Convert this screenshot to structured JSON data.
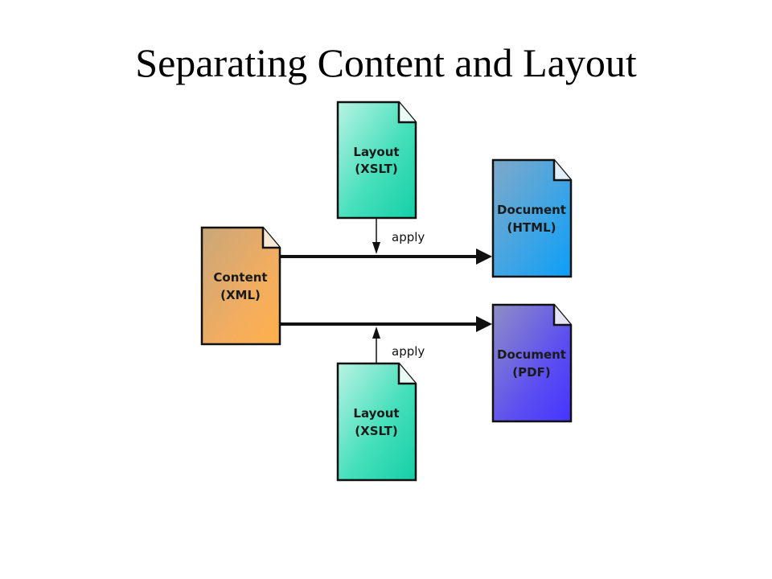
{
  "title": "Separating Content and Layout",
  "nodes": {
    "layout_top": {
      "line1": "Layout",
      "line2": "(XSLT)"
    },
    "layout_bottom": {
      "line1": "Layout",
      "line2": "(XSLT)"
    },
    "content": {
      "line1": "Content",
      "line2": "(XML)"
    },
    "doc_html": {
      "line1": "Document",
      "line2": "(HTML)"
    },
    "doc_pdf": {
      "line1": "Document",
      "line2": "(PDF)"
    }
  },
  "edges": {
    "apply_top": "apply",
    "apply_bottom": "apply"
  },
  "colors": {
    "layout": "#22d6ad",
    "content": "#f6ae5c",
    "html": "#2aa6ee",
    "pdf": "#5b4cf2",
    "stroke": "#111111"
  }
}
